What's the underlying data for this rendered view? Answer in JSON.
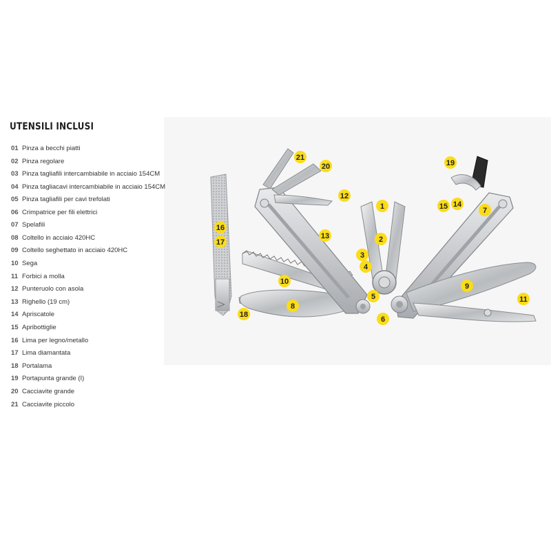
{
  "heading": "UTENSILI INCLUSI",
  "colors": {
    "badge": "#fbdc18",
    "steel": "#c5c7ca",
    "panel": "#f6f6f6"
  },
  "tools": [
    {
      "num": "01",
      "name": "Pinza a becchi piatti"
    },
    {
      "num": "02",
      "name": "Pinza regolare"
    },
    {
      "num": "03",
      "name": "Pinza tagliafili intercambiabile in acciaio 154CM"
    },
    {
      "num": "04",
      "name": "Pinza tagliacavi intercambiabile in acciaio 154CM"
    },
    {
      "num": "05",
      "name": "Pinza tagliafili per cavi trefolati"
    },
    {
      "num": "06",
      "name": "Crimpatrice per fili elettrici"
    },
    {
      "num": "07",
      "name": "Spelafili"
    },
    {
      "num": "08",
      "name": "Coltello in acciaio 420HC"
    },
    {
      "num": "09",
      "name": "Coltello seghettato in acciaio 420HC"
    },
    {
      "num": "10",
      "name": "Sega"
    },
    {
      "num": "11",
      "name": "Forbici a molla"
    },
    {
      "num": "12",
      "name": "Punteruolo con asola"
    },
    {
      "num": "13",
      "name": "Righello (19 cm)"
    },
    {
      "num": "14",
      "name": "Apriscatole"
    },
    {
      "num": "15",
      "name": "Apribottiglie"
    },
    {
      "num": "16",
      "name": "Lima per legno/metallo"
    },
    {
      "num": "17",
      "name": "Lima diamantata"
    },
    {
      "num": "18",
      "name": "Portalama"
    },
    {
      "num": "19",
      "name": "Portapunta grande (I)"
    },
    {
      "num": "20",
      "name": "Cacciavite grande"
    },
    {
      "num": "21",
      "name": "Cacciavite piccolo"
    }
  ],
  "callouts": [
    "1",
    "2",
    "3",
    "4",
    "5",
    "6",
    "7",
    "8",
    "9",
    "10",
    "11",
    "12",
    "13",
    "14",
    "15",
    "16",
    "17",
    "18",
    "19",
    "20",
    "21"
  ]
}
